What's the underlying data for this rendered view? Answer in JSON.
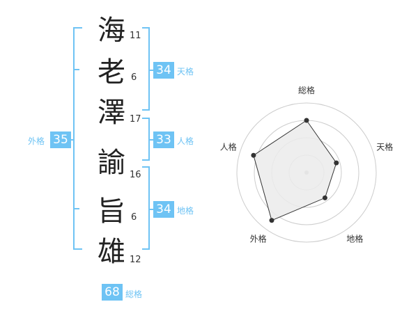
{
  "name_chars": [
    {
      "char": "海",
      "strokes": "11"
    },
    {
      "char": "老",
      "strokes": "6"
    },
    {
      "char": "澤",
      "strokes": "17"
    },
    {
      "char": "諭",
      "strokes": "16"
    },
    {
      "char": "旨",
      "strokes": "6"
    },
    {
      "char": "雄",
      "strokes": "12"
    }
  ],
  "grades": {
    "tenkaku": {
      "value": "34",
      "label": "天格"
    },
    "jinkaku": {
      "value": "33",
      "label": "人格"
    },
    "chikaku": {
      "value": "34",
      "label": "地格"
    },
    "gaikaku": {
      "value": "35",
      "label": "外格"
    },
    "soukaku": {
      "value": "68",
      "label": "総格"
    }
  },
  "colors": {
    "accent": "#6ec3f4",
    "text": "#222222",
    "grid": "#cccccc",
    "fill": "#ebebeb"
  },
  "chart_data": {
    "type": "radar",
    "axes": [
      "総格",
      "天格",
      "地格",
      "外格",
      "人格"
    ],
    "values": [
      0.75,
      0.45,
      0.45,
      0.85,
      0.8
    ],
    "rings": 4
  }
}
